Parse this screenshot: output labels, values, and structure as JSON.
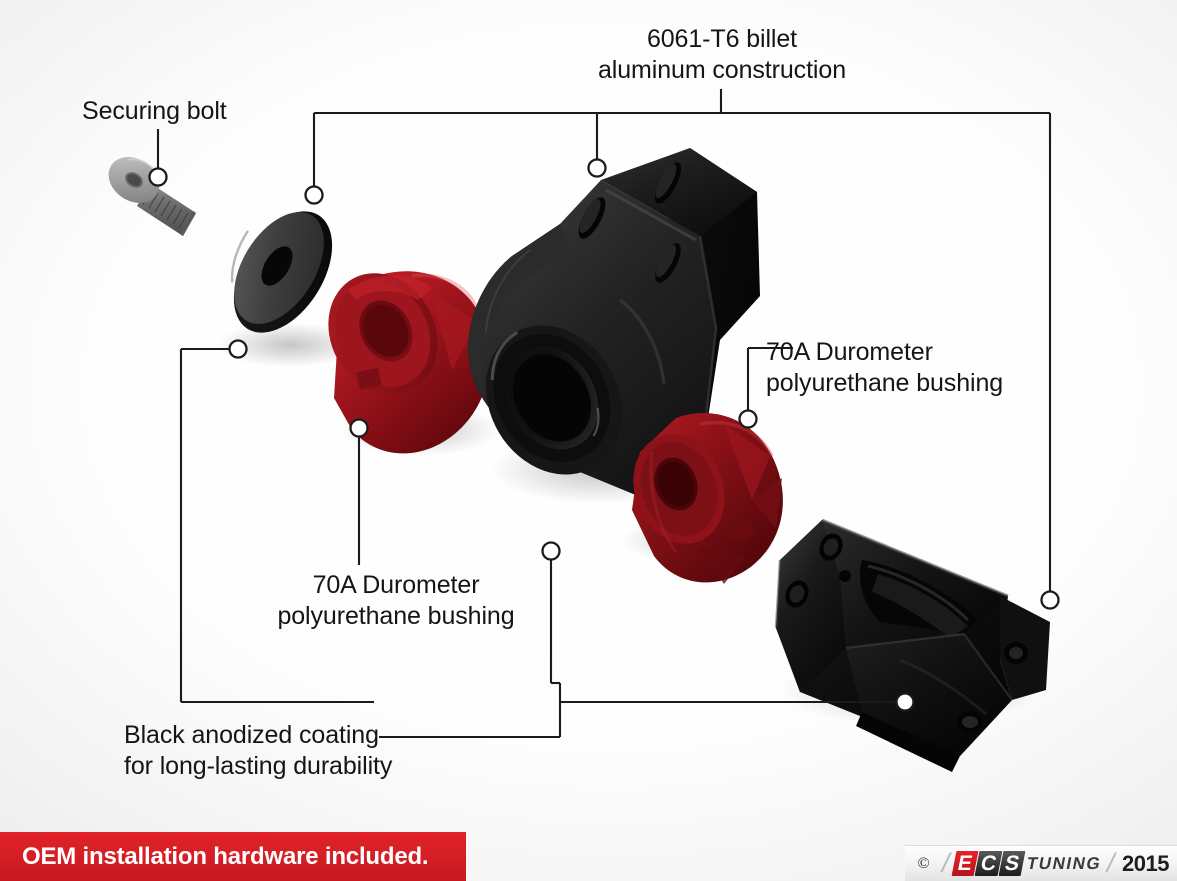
{
  "image": {
    "title": "Exploded view of billet aluminum mount with polyurethane bushings",
    "background_color": "#fdfdfd"
  },
  "callouts": [
    {
      "id": "securing-bolt",
      "text": "Securing bolt",
      "anchor": "bolt",
      "side": "left-top"
    },
    {
      "id": "billet-construction",
      "text": "6061-T6 billet\naluminum construction",
      "anchor": "aluminum-bracket",
      "side": "top-center"
    },
    {
      "id": "poly-bushing-right",
      "text": "70A Durometer\npolyurethane bushing",
      "anchor": "red-bushing-lower",
      "side": "right"
    },
    {
      "id": "poly-bushing-left",
      "text": "70A Durometer\npolyurethane bushing",
      "anchor": "red-bushing-upper",
      "side": "bottom-left"
    },
    {
      "id": "black-anodized",
      "text": "Black anodized coating\nfor long-lasting durability",
      "anchor": "black-bracket",
      "side": "bottom-left"
    }
  ],
  "banner": {
    "text": "OEM installation hardware included.",
    "background_color": "#d61f26",
    "text_color": "#ffffff"
  },
  "logo": {
    "copyright_symbol": "©",
    "separator": "/",
    "brand_e": "E",
    "brand_c": "C",
    "brand_s": "S",
    "brand_word": "TUNING",
    "year": "2015",
    "accent_color": "#ec2027"
  },
  "parts": [
    {
      "name": "Securing bolt",
      "color": "#8d8d8d"
    },
    {
      "name": "Washer",
      "color": "#3a3a3a"
    },
    {
      "name": "70A polyurethane bushing (upper)",
      "color": "#9e1b22"
    },
    {
      "name": "6061-T6 billet aluminum bracket",
      "color": "#141414"
    },
    {
      "name": "70A polyurethane bushing (lower)",
      "color": "#8e1319"
    },
    {
      "name": "Black anodized mount bracket",
      "color": "#121212"
    }
  ]
}
